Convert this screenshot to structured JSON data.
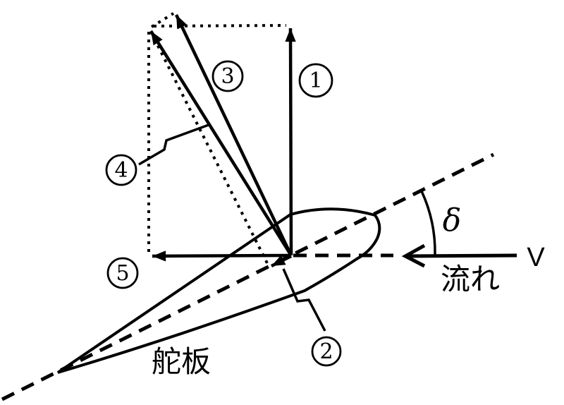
{
  "figure": {
    "type": "rudder-force-vector-diagram",
    "background_color": "#ffffff",
    "ink_color": "#000000",
    "labels": {
      "circled_numbers": [
        "1",
        "2",
        "3",
        "4",
        "5"
      ],
      "angle_symbol": "δ",
      "velocity_symbol": "V",
      "flow_text": "流れ",
      "rudder_text": "舵板"
    }
  }
}
